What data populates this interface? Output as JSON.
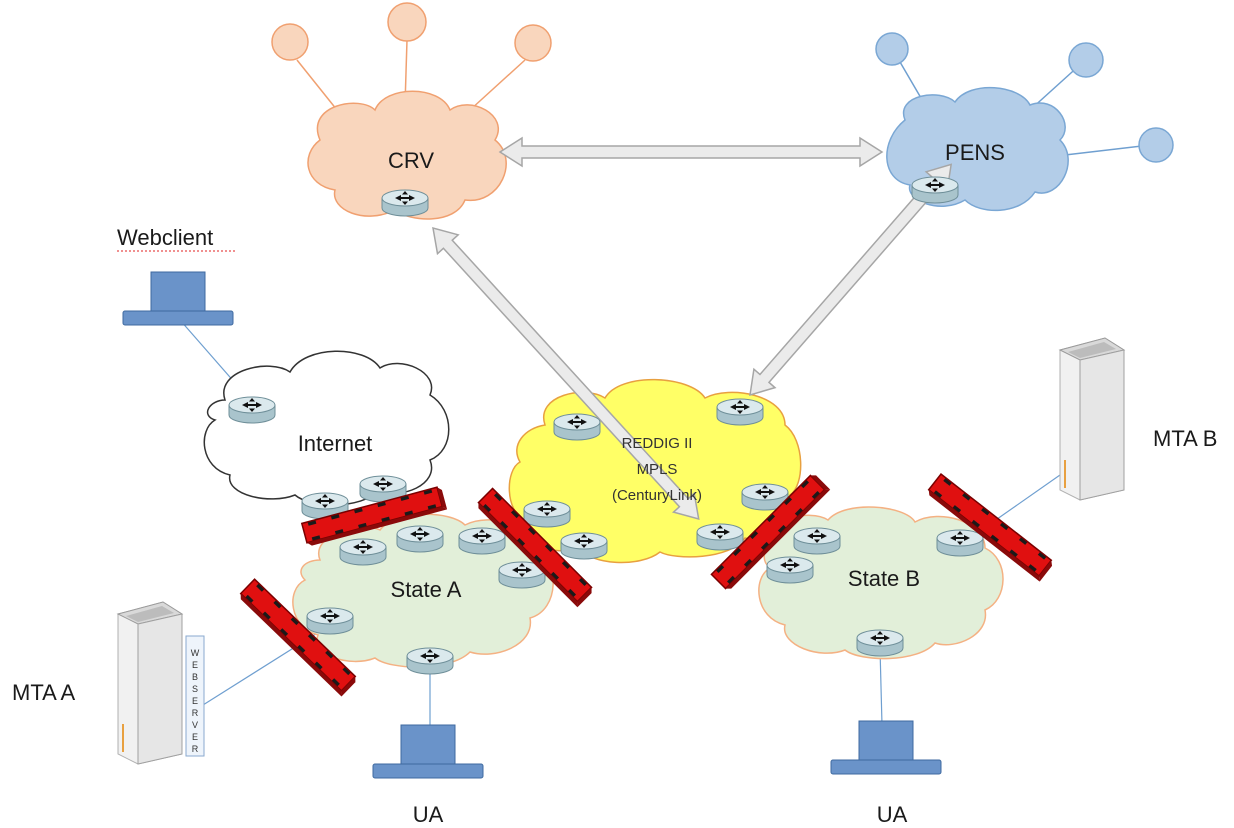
{
  "nodes": {
    "crv": "CRV",
    "pens": "PENS",
    "internet": "Internet",
    "reddig_line1": "REDDIG II",
    "reddig_line2": "MPLS",
    "reddig_line3": "(CenturyLink)",
    "state_a": "State A",
    "state_b": "State B"
  },
  "endpoints": {
    "webclient": "Webclient",
    "mta_a": "MTA A",
    "mta_b": "MTA B",
    "ua_left": "UA",
    "ua_right": "UA",
    "webserver_letters": [
      "W",
      "E",
      "B",
      "S",
      "E",
      "R",
      "V",
      "E",
      "R"
    ]
  },
  "colors": {
    "crv_fill": "#f9d6bd",
    "crv_stroke": "#f0a070",
    "pens_fill": "#b3cde8",
    "pens_stroke": "#7aa7d4",
    "reddig_fill": "#ffff66",
    "reddig_stroke": "#e8a040",
    "state_fill": "#e2efd9",
    "state_stroke": "#f4b183",
    "internet_fill": "#ffffff",
    "internet_stroke": "#333333",
    "firewall": "#e01010",
    "terminal": "#6a93c9",
    "router": "#c9dde2",
    "arrow_fill": "#ebebeb",
    "arrow_stroke": "#a6a6a6"
  },
  "icons": {
    "router": "router-icon",
    "firewall": "firewall-icon",
    "terminal": "terminal-icon",
    "server": "server-icon"
  }
}
